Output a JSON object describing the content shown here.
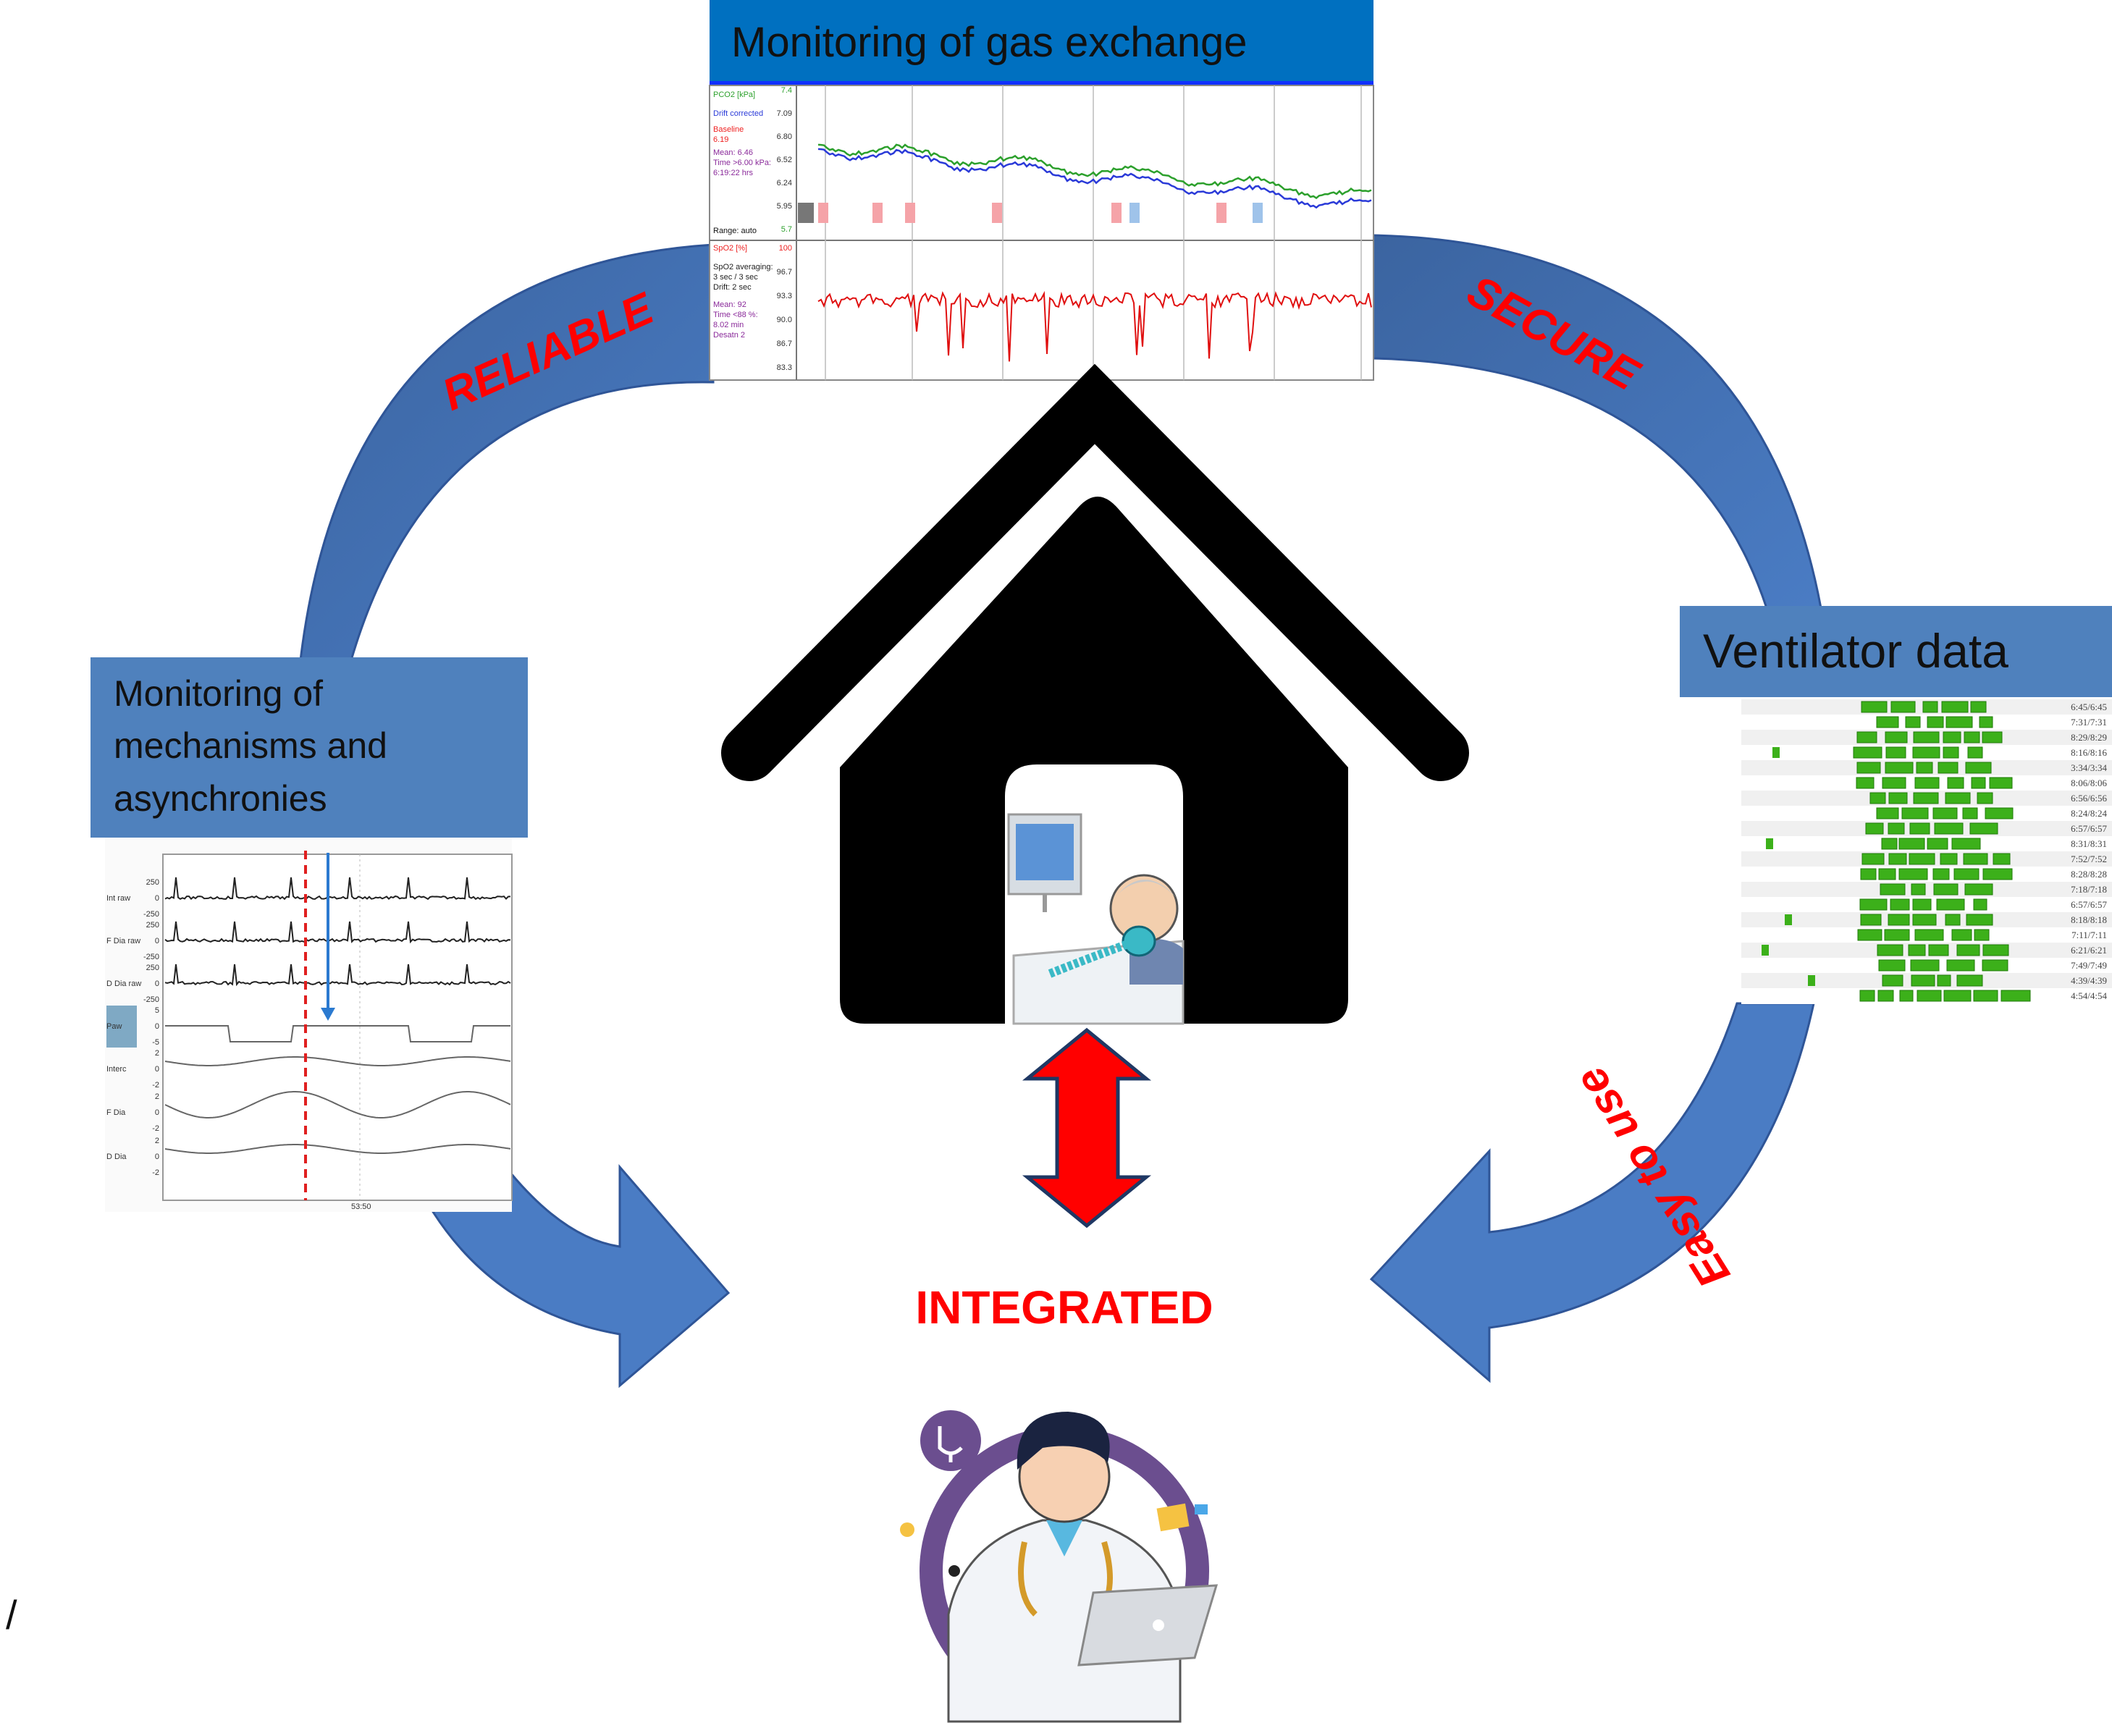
{
  "colors": {
    "arc_blue": "#4472C4",
    "arc_dark": "#2F5597",
    "title_blue_gas": "#0070C0",
    "title_blue": "#4F81BD",
    "label_red": "#FF0000",
    "house": "#000000"
  },
  "gas_panel": {
    "title": "Monitoring of gas exchange",
    "pco2_label": "PCO2 [kPa]",
    "drift_label": "Drift corrected",
    "baseline_label": "Baseline",
    "baseline_value": "6.19",
    "mean_label": "Mean: 6.46",
    "time_label": "Time >6.00 kPa:",
    "time_value": "6:19:22 hrs",
    "range_label": "Range: auto",
    "pco2_ticks": [
      "7.4",
      "7.09",
      "6.80",
      "6.52",
      "6.24",
      "5.95",
      "5.7"
    ],
    "spo2_label": "SpO2 [%]",
    "spo2_avg": "SpO2 averaging:",
    "spo2_avg_value": "3 sec / 3 sec",
    "spo2_drift": "Drift: 2 sec",
    "spo2_mean": "Mean: 92",
    "spo2_time": "Time <88 %:",
    "spo2_time_value": "8.02 min",
    "spo2_desat": "Desatn 2",
    "spo2_ticks": [
      "100",
      "96.7",
      "93.3",
      "90.0",
      "86.7",
      "83.3"
    ]
  },
  "ventilator_panel": {
    "title": "Ventilator data",
    "rows": [
      "6:45/6:45",
      "7:31/7:31",
      "8:29/8:29",
      "8:16/8:16",
      "3:34/3:34",
      "8:06/8:06",
      "6:56/6:56",
      "8:24/8:24",
      "6:57/6:57",
      "8:31/8:31",
      "7:52/7:52",
      "8:28/8:28",
      "7:18/7:18",
      "6:57/6:57",
      "8:18/8:18",
      "7:11/7:11",
      "6:21/6:21",
      "7:49/7:49",
      "4:39/4:39",
      "4:54/4:54"
    ]
  },
  "mechanisms_panel": {
    "title_lines": [
      "Monitoring of",
      "mechanisms and",
      "asynchronies"
    ],
    "channels": [
      {
        "name": "Int raw",
        "ticks": [
          "250",
          "0",
          "-250"
        ]
      },
      {
        "name": "F Dia raw",
        "ticks": [
          "250",
          "0",
          "-250"
        ]
      },
      {
        "name": "D Dia raw",
        "ticks": [
          "250",
          "0",
          "-250"
        ]
      },
      {
        "name": "Paw",
        "ticks": [
          "5",
          "0",
          "-5"
        ]
      },
      {
        "name": "Interc",
        "ticks": [
          "2",
          "0",
          "-2"
        ]
      },
      {
        "name": "F Dia",
        "ticks": [
          "2",
          "0",
          "-2"
        ]
      },
      {
        "name": "D Dia",
        "ticks": [
          "2",
          "0",
          "-2"
        ]
      }
    ],
    "time_label": "53:50"
  },
  "labels": {
    "reliable": "RELIABLE",
    "secure": "SECURE",
    "easy": "Easy to use",
    "integrated": "INTEGRATED",
    "slash": "/"
  }
}
